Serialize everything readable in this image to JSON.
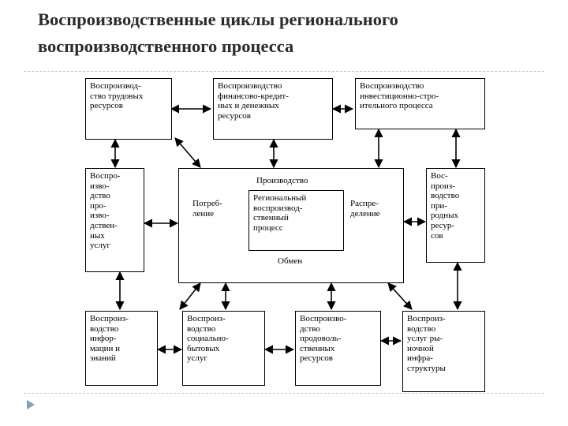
{
  "title": "Воспроизводственные циклы регионального воспроизводственного процесса",
  "diagram": {
    "top_boxes": [
      "Воспроизвод-\nство трудовых\nресурсов",
      "Воспроизводство\nфинансово-кредит-\nных и денежных\nресурсов",
      "Воспроизводство\nинвестиционно-стро-\nительного процесса"
    ],
    "left_box": "Воспро-\nизво-\nдство\nпро-\nизво-\nдствен-\nных\nуслуг",
    "right_box": "Вос-\nпроиз-\nводство\nпри-\nродных\nресур-\nсов",
    "center": {
      "production": "Производство",
      "consumption": "Потреб-\nление",
      "distribution": "Распре-\nделение",
      "exchange": "Обмен",
      "core": "Региональный\nвоспроизвод-\nственный\nпроцесс"
    },
    "bottom_boxes": [
      "Воспроиз-\nводство\nинфор-\nмации и\nзнаний",
      "Воспроиз-\nводство\nсоциально-\nбытовых\nуслуг",
      "Воспроизво-\nдство\nпродоволь-\nственных\nресурсов",
      "Воспроиз-\nводство\nуслуг ры-\nночной\nинфра-\nструктуры"
    ]
  },
  "colors": {
    "title": "#2b2b2b",
    "rule": "#b9c6cf",
    "lines": "#000000"
  }
}
